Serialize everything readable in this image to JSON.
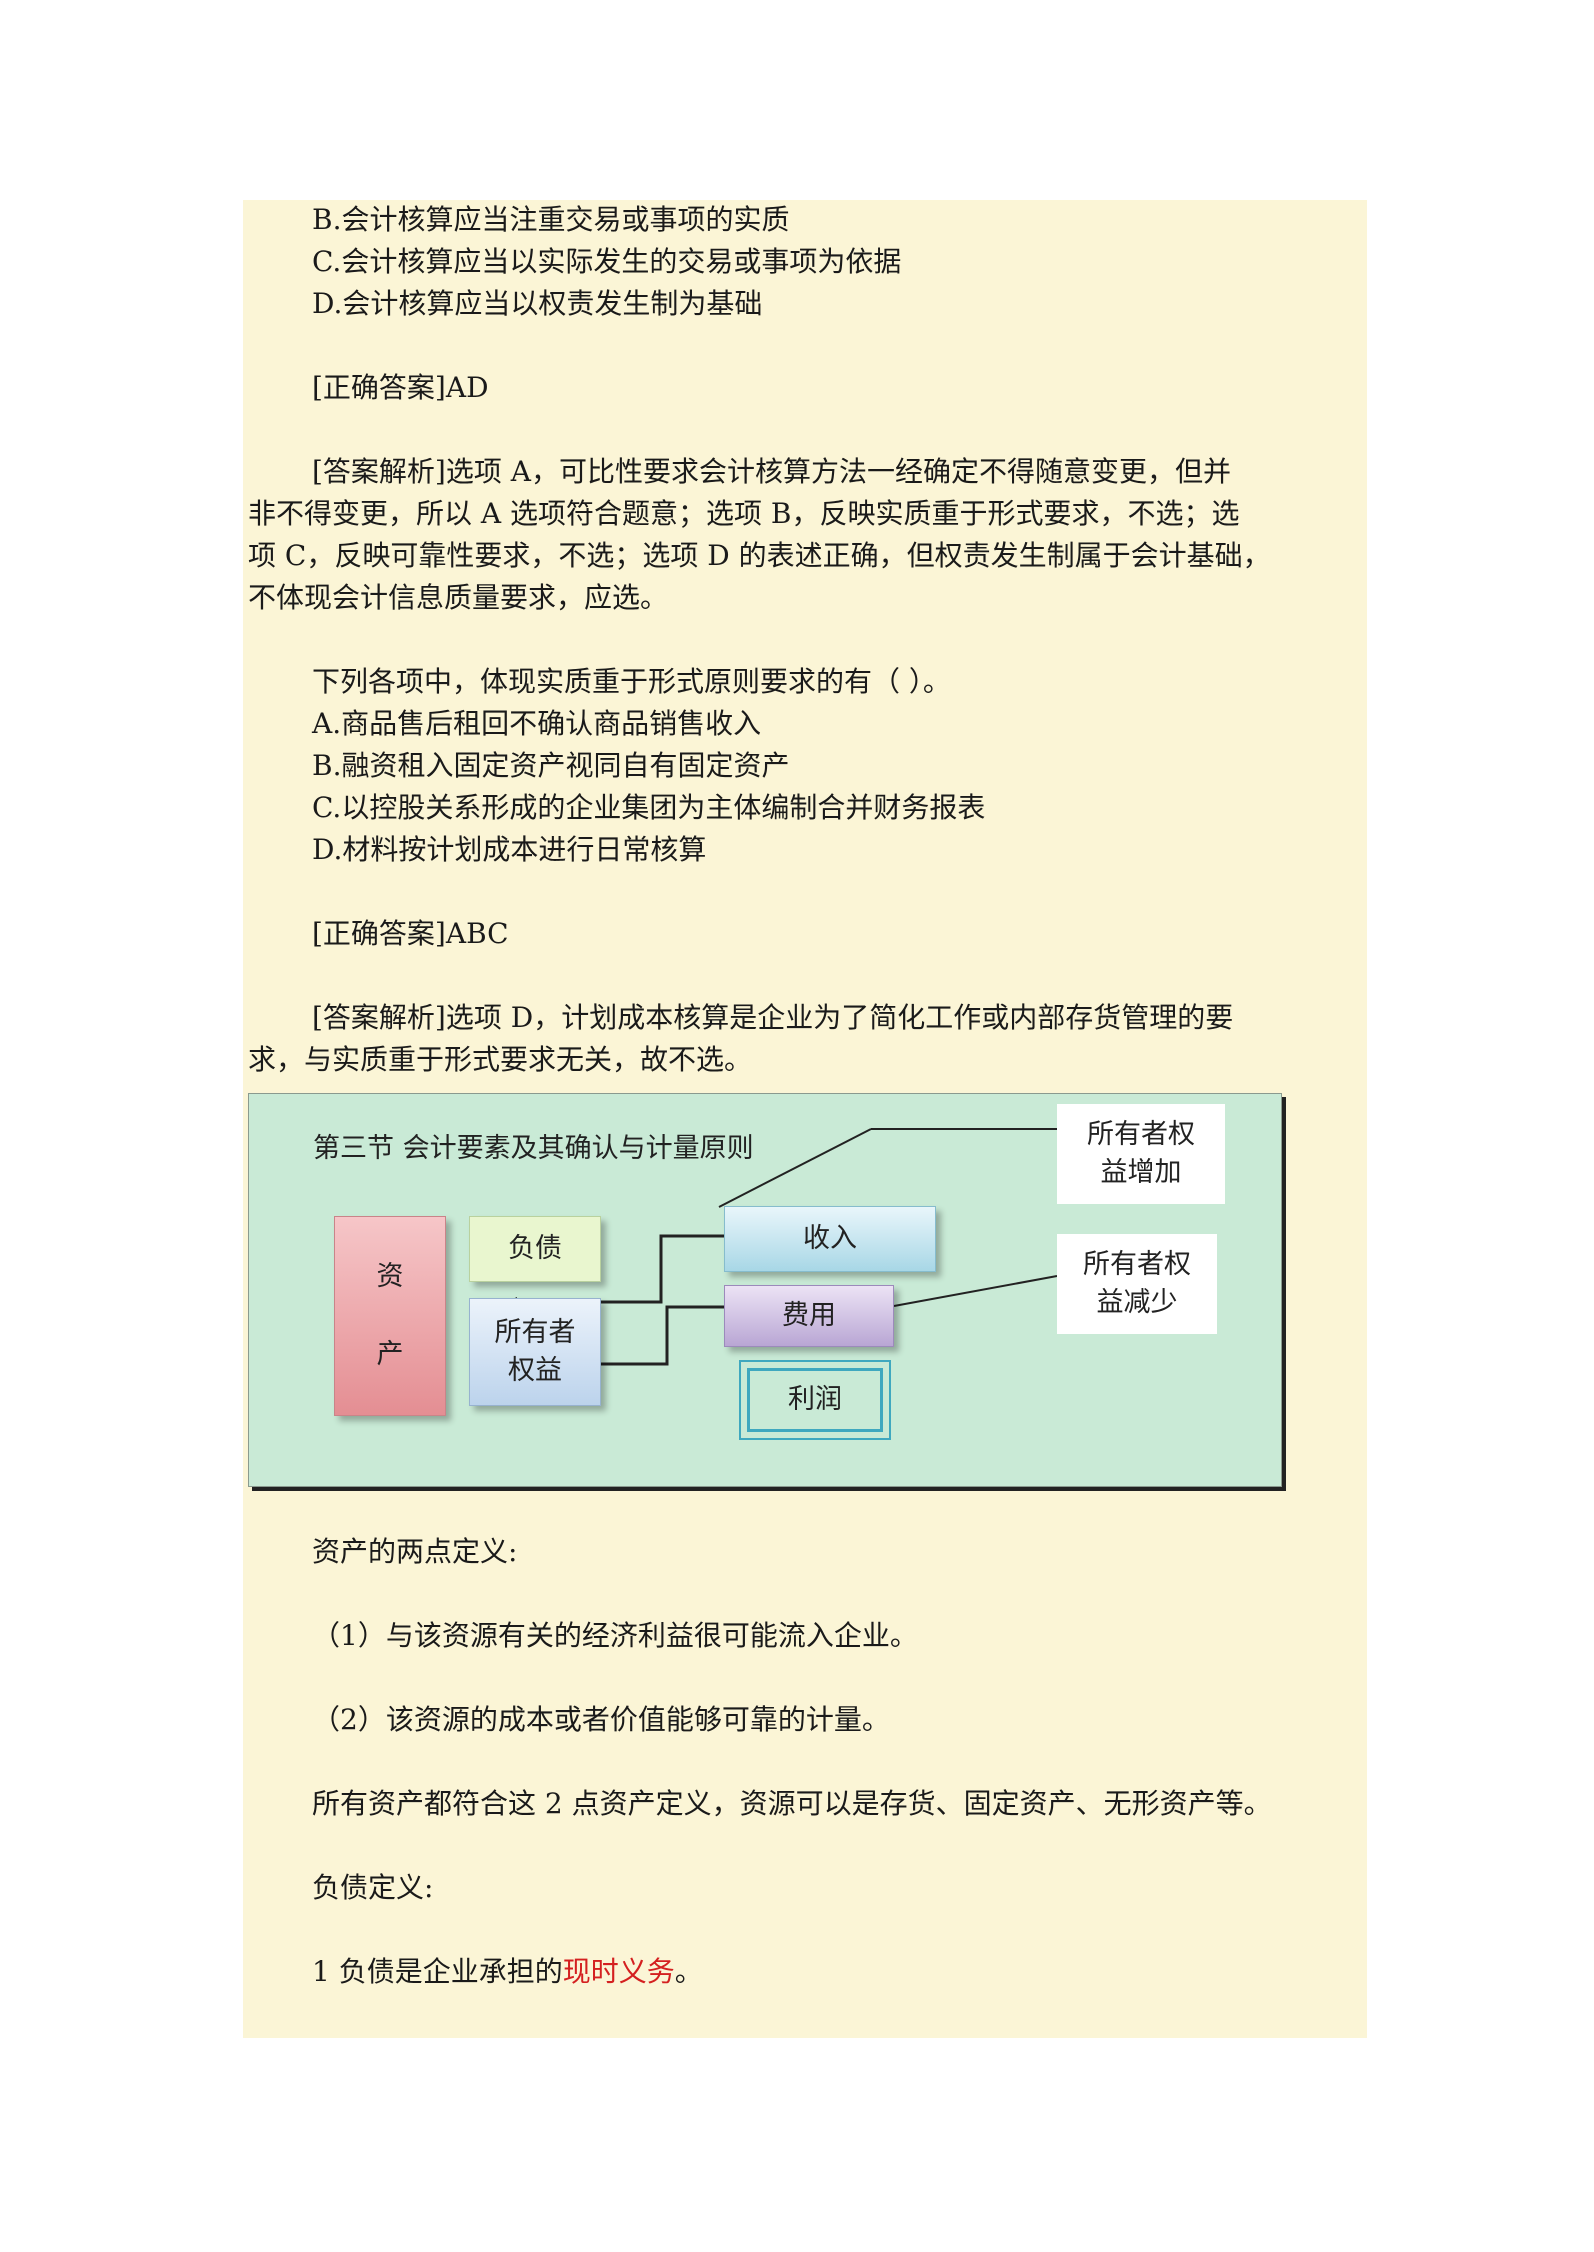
{
  "q1": {
    "option_b": "B.会计核算应当注重交易或事项的实质",
    "option_c": "C.会计核算应当以实际发生的交易或事项为依据",
    "option_d": "D.会计核算应当以权责发生制为基础",
    "answer": "[正确答案]AD",
    "analysis": [
      "[答案解析]选项 A，可比性要求会计核算方法一经确定不得随意变更，但并",
      "非不得变更，所以 A 选项符合题意；选项 B，反映实质重于形式要求，不选；选",
      "项 C，反映可靠性要求，不选；选项 D 的表述正确，但权责发生制属于会计基础，",
      "不体现会计信息质量要求，应选。"
    ]
  },
  "q2": {
    "question": "下列各项中，体现实质重于形式原则要求的有（    ）。",
    "option_a": "A.商品售后租回不确认商品销售收入",
    "option_b": "B.融资租入固定资产视同自有固定资产",
    "option_c": "C.以控股关系形成的企业集团为主体编制合并财务报表",
    "option_d": "D.材料按计划成本进行日常核算",
    "answer": "[正确答案]ABC",
    "analysis": [
      "[答案解析]选项 D，计划成本核算是企业为了简化工作或内部存货管理的要",
      "求，与实质重于形式要求无关，故不选。"
    ]
  },
  "diagram": {
    "title": "第三节    会计要素及其确认与计量原则",
    "asset_char1": "资",
    "asset_char2": "产",
    "liability": "负债",
    "equity_line1": "所有者",
    "equity_line2": "权益",
    "income": "收入",
    "expense": "费用",
    "profit": "利润",
    "increase_line1": "所有者权",
    "increase_line2": "益增加",
    "decrease_line1": "所有者权",
    "decrease_line2": "益减少"
  },
  "assets": {
    "heading": "资产的两点定义:",
    "point1": "（1）与该资源有关的经济利益很可能流入企业。",
    "point2": "（2）该资源的成本或者价值能够可靠的计量。",
    "summary": "所有资产都符合这 2 点资产定义，资源可以是存货、固定资产、无形资产等。"
  },
  "liabilities": {
    "heading": "负债定义:",
    "item1_prefix": "1 负债是企业承担的",
    "item1_highlight": "现时义务",
    "item1_suffix": "。"
  }
}
